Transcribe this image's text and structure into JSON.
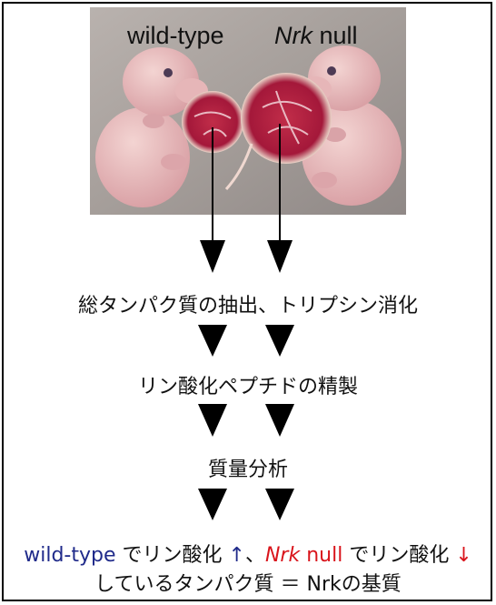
{
  "photo": {
    "label_wt": "wild-type",
    "label_ko_italic": "Nrk",
    "label_ko_rest": " null"
  },
  "steps": [
    "総タンパク質の抽出、トリプシン消化",
    "リン酸化ペプチドの精製",
    "質量分析"
  ],
  "conclusion": {
    "wt": "wild-type",
    "phos1": " でリン酸化",
    "up": "↑",
    "sep": "、",
    "ko_italic": "Nrk",
    "ko_rest": " null",
    "phos2": " でリン酸化",
    "down": "↓",
    "line2": "しているタンパク質 ＝ Nrkの基質"
  },
  "colors": {
    "wt": "#1f2a8a",
    "ko": "#d9141b"
  }
}
